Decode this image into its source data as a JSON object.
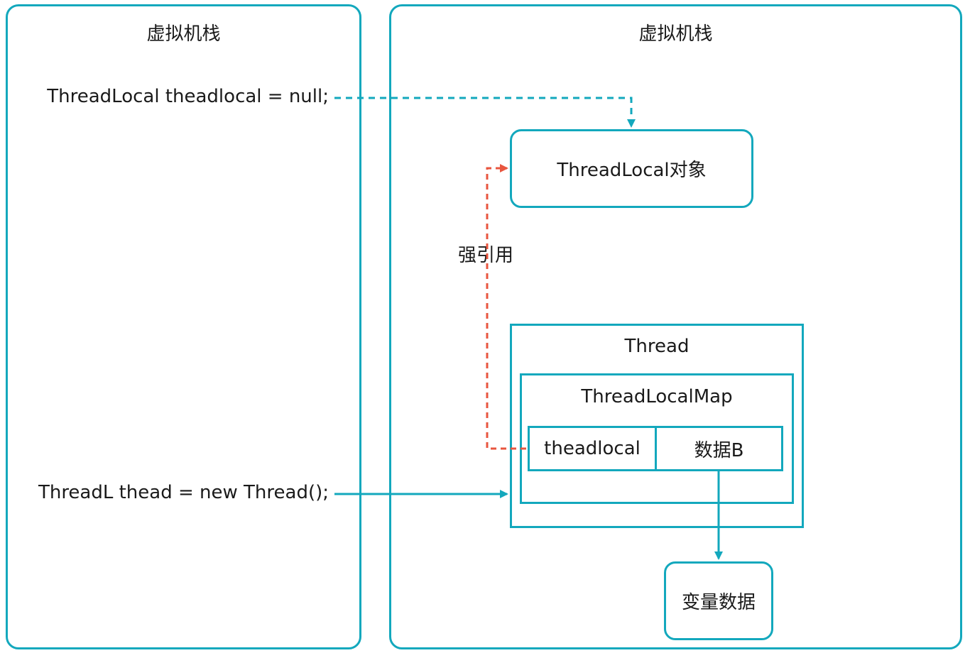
{
  "left_panel": {
    "title": "虚拟机栈"
  },
  "right_panel": {
    "title": "虚拟机栈"
  },
  "stack": {
    "var_threadlocal": "ThreadLocal theadlocal = null;",
    "var_thread": "ThreadL thead = new Thread();"
  },
  "heap": {
    "threadlocal_object": "ThreadLocal对象",
    "thread": {
      "title": "Thread",
      "map": {
        "title": "ThreadLocalMap",
        "entry_key": "theadlocal",
        "entry_value": "数据B"
      }
    },
    "variable_data": "变量数据"
  },
  "edges": {
    "strong_ref_label": "强引用",
    "colors": {
      "primary": "#13a8bd",
      "strong_ref": "#e8563f"
    }
  }
}
